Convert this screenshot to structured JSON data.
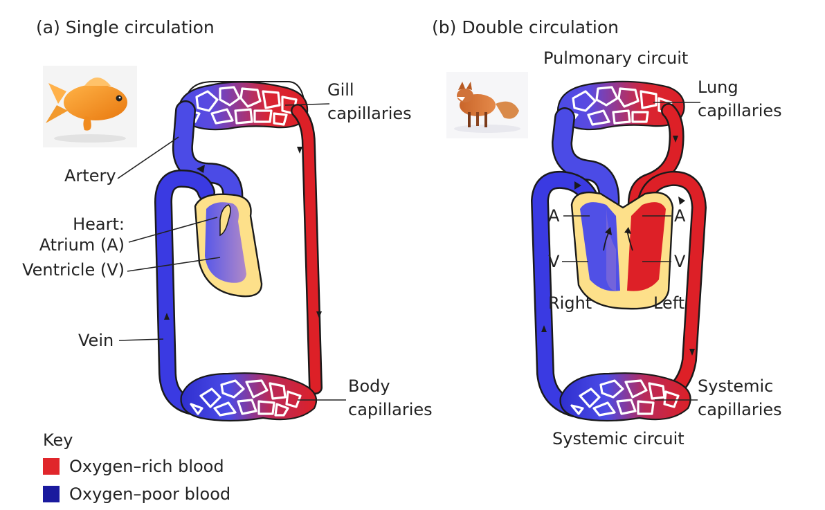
{
  "panel_a": {
    "title": "(a) Single circulation",
    "gill_label_1": "Gill",
    "gill_label_2": "capillaries",
    "artery_label": "Artery",
    "heart_label": "Heart:",
    "atrium_label": "Atrium (A)",
    "ventricle_label": "Ventricle (V)",
    "vein_label": "Vein",
    "body_label_1": "Body",
    "body_label_2": "capillaries"
  },
  "panel_b": {
    "title": "(b) Double circulation",
    "pulmonary_label": "Pulmonary circuit",
    "lung_label_1": "Lung",
    "lung_label_2": "capillaries",
    "a_left_label": "A",
    "a_right_label": "A",
    "v_left_label": "V",
    "v_right_label": "V",
    "right_label": "Right",
    "left_label": "Left",
    "systemic_label_1": "Systemic",
    "systemic_label_2": "capillaries",
    "systemic_circuit_label": "Systemic circuit"
  },
  "key": {
    "title": "Key",
    "items": [
      {
        "label": "Oxygen–rich blood",
        "color": "#e0262b"
      },
      {
        "label": "Oxygen–poor blood",
        "color": "#1a1a9e"
      }
    ]
  },
  "colors": {
    "oxygen_rich": "#dd2027",
    "oxygen_poor": "#4a4ae0",
    "heart_wall": "#fde08a"
  },
  "icons": [
    "goldfish-image",
    "fox-image"
  ]
}
